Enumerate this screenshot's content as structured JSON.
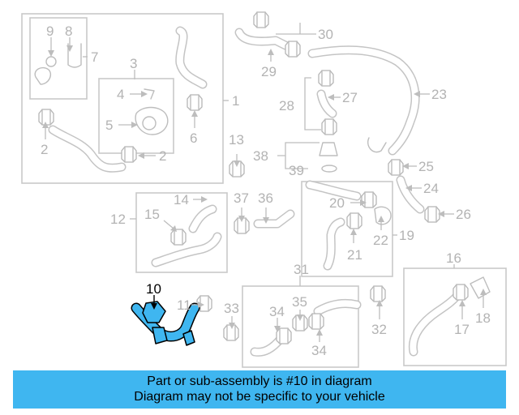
{
  "labels": {
    "l1": "1",
    "l2a": "2",
    "l2b": "2",
    "l3": "3",
    "l4": "4",
    "l5": "5",
    "l6": "6",
    "l7": "7",
    "l8": "8",
    "l9": "9",
    "l10": "10",
    "l11": "11",
    "l12": "12",
    "l13": "13",
    "l14": "14",
    "l15": "15",
    "l16": "16",
    "l17": "17",
    "l18": "18",
    "l19": "19",
    "l20": "20",
    "l21": "21",
    "l22": "22",
    "l23": "23",
    "l24": "24",
    "l25": "25",
    "l26": "26",
    "l27": "27",
    "l28": "28",
    "l29": "29",
    "l30": "30",
    "l31": "31",
    "l32": "32",
    "l33": "33",
    "l34a": "34",
    "l34b": "34",
    "l35": "35",
    "l36": "36",
    "l37": "37",
    "l38": "38",
    "l39": "39"
  },
  "footer": {
    "line1": "Part or sub-assembly is #10 in diagram",
    "line2": "Diagram may not be specific to your vehicle"
  },
  "colors": {
    "highlight": "#3fb6f0",
    "line_art": "#bdbdbd",
    "highlight_label": "#000000"
  }
}
